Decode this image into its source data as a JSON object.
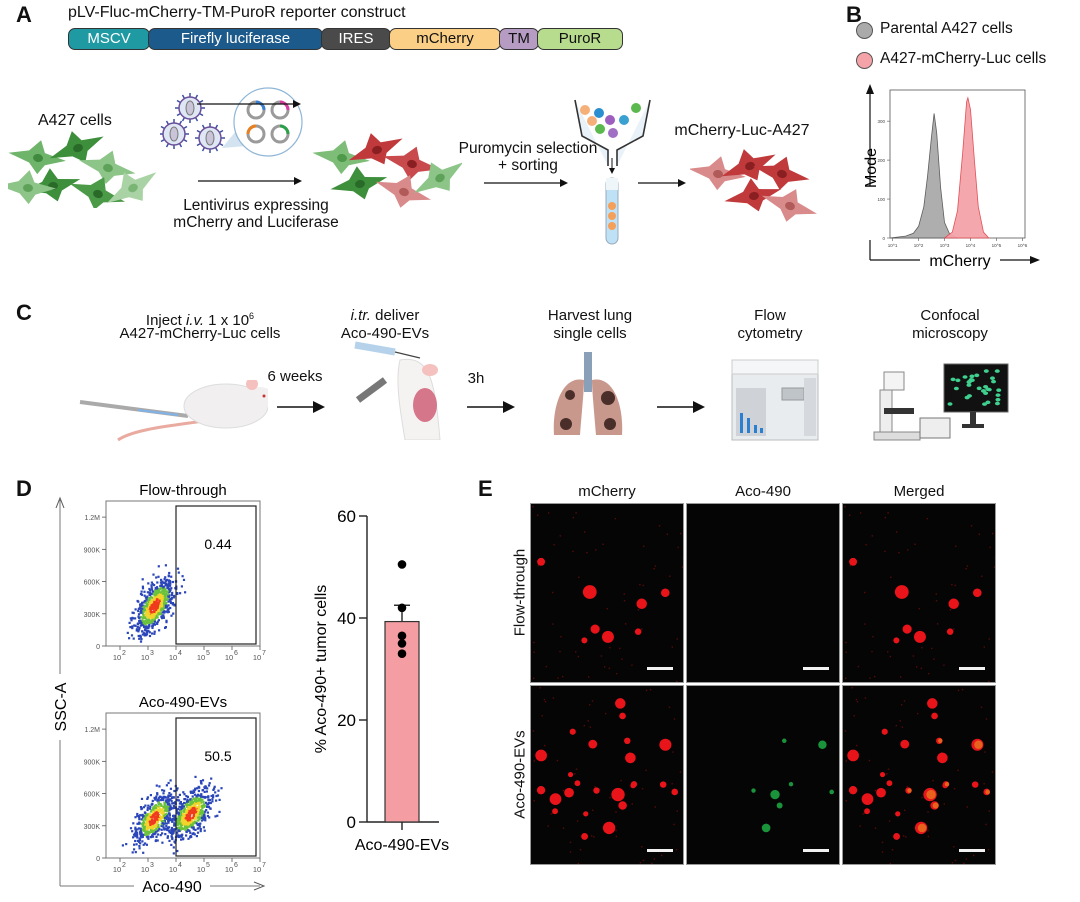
{
  "panels": {
    "A": {
      "letter": "A",
      "construct_title": "pLV-Fluc-mCherry-TM-PuroR reporter construct",
      "segments": [
        {
          "label": "MSCV",
          "color": "#1f9aa3",
          "text_color": "#ffffff"
        },
        {
          "label": "Firefly luciferase",
          "color": "#1c5a8c",
          "text_color": "#ffffff"
        },
        {
          "label": "IRES",
          "color": "#4a4a4a",
          "text_color": "#ffffff"
        },
        {
          "label": "mCherry",
          "color": "#fbcf86",
          "text_color": "#111111"
        },
        {
          "label": "TM",
          "color": "#b69cc2",
          "text_color": "#111111"
        },
        {
          "label": "PuroR",
          "color": "#b7dc8e",
          "text_color": "#111111"
        }
      ],
      "steps": {
        "start_cells": "A427 cells",
        "transduction_line1": "Lentivirus expressing",
        "transduction_line2": "mCherry and Luciferase",
        "selection_line1": "Puromycin selection",
        "selection_line2": "+ sorting",
        "result_cells": "mCherry-Luc-A427"
      }
    },
    "B": {
      "letter": "B",
      "legend": [
        {
          "label": "Parental A427 cells",
          "color": "#a9aaa9"
        },
        {
          "label": "A427-mCherry-Luc cells",
          "color": "#f4a3a8"
        }
      ]
    },
    "C": {
      "letter": "C",
      "steps": [
        {
          "line1_pre": "Inject ",
          "line1_ital": "i.v.",
          "line1_post": " 1 x 10",
          "sup": "6",
          "line2": "A427-mCherry-Luc cells"
        },
        {
          "line1_ital": "i.tr.",
          "line1_post": " deliver",
          "line2": "Aco-490-EVs"
        },
        {
          "line1": "Harvest lung",
          "line2": "single cells"
        },
        {
          "line1": "Flow",
          "line2": "cytometry"
        },
        {
          "line1": "Confocal",
          "line2": "microscopy"
        }
      ],
      "arrow_labels": [
        "6 weeks",
        "3h",
        ""
      ]
    },
    "D": {
      "letter": "D",
      "ylabel": "SSC-A",
      "xlabel": "Aco-490",
      "plots": [
        {
          "title": "Flow-through",
          "gate_value": "0.44"
        },
        {
          "title": "Aco-490-EVs",
          "gate_value": "50.5"
        }
      ],
      "y_ticks": [
        "0",
        "300K",
        "600K",
        "900K",
        "1.2M"
      ],
      "x_tick_exponents": [
        "2",
        "3",
        "4",
        "5",
        "6",
        "7"
      ],
      "x_tick_base": "10"
    },
    "E": {
      "letter": "E",
      "columns": [
        "mCherry",
        "Aco-490",
        "Merged"
      ],
      "rows": [
        "Flow-through",
        "Aco-490-EVs"
      ]
    }
  },
  "chart_data": [
    {
      "id": "B-histogram",
      "type": "area",
      "title": "",
      "xlabel": "mCherry",
      "ylabel": "Mode",
      "x_scale": "log10",
      "xlim_log10": [
        0.9,
        6.1
      ],
      "ylim": [
        0,
        380
      ],
      "x_tick_labels": [
        "10^1",
        "10^2",
        "10^3",
        "10^4",
        "10^5",
        "10^6"
      ],
      "y_tick_labels": [
        "0",
        "100",
        "200",
        "300"
      ],
      "series": [
        {
          "name": "Parental A427 cells",
          "color": "#a9aaa9",
          "stroke": "#555555",
          "x_log10": [
            0.9,
            1.5,
            1.8,
            2.0,
            2.2,
            2.35,
            2.5,
            2.6,
            2.7,
            2.85,
            3.0,
            3.2,
            3.5
          ],
          "y": [
            0,
            5,
            12,
            30,
            80,
            160,
            260,
            320,
            270,
            130,
            40,
            10,
            0
          ]
        },
        {
          "name": "A427-mCherry-Luc cells",
          "color": "#f4a3a8",
          "stroke": "#e0474f",
          "x_log10": [
            3.0,
            3.3,
            3.5,
            3.7,
            3.85,
            3.9,
            4.0,
            4.15,
            4.3,
            4.5,
            4.7
          ],
          "y": [
            0,
            15,
            70,
            220,
            350,
            360,
            330,
            200,
            80,
            15,
            0
          ]
        }
      ]
    },
    {
      "id": "D-bar",
      "type": "bar",
      "categories": [
        "Aco-490-EVs"
      ],
      "values": [
        39.3
      ],
      "error_sem": [
        3.2
      ],
      "points": [
        [
          50.5,
          42.0,
          36.5,
          35.0,
          33.0
        ]
      ],
      "xlabel": "",
      "ylabel": "% Aco-490+ tumor cells",
      "ylim": [
        0,
        60
      ],
      "y_ticks": [
        0,
        20,
        40,
        60
      ],
      "bar_color": "#f49ea3"
    },
    {
      "id": "D-flow-scatter",
      "type": "scatter",
      "xlabel": "Aco-490",
      "ylabel": "SSC-A",
      "x_scale": "log10",
      "xlim_log10": [
        1.5,
        7
      ],
      "ylim": [
        0,
        1350000
      ],
      "gate_x_min_log10": 4,
      "plots": [
        {
          "title": "Flow-through",
          "gate_percent": 0.44,
          "clusters": [
            {
              "cx_log10": 3.2,
              "cy": 380000,
              "sx": 0.35,
              "sy": 120000,
              "n": 700
            }
          ]
        },
        {
          "title": "Aco-490-EVs",
          "gate_percent": 50.5,
          "clusters": [
            {
              "cx_log10": 3.2,
              "cy": 380000,
              "sx": 0.35,
              "sy": 110000,
              "n": 550
            },
            {
              "cx_log10": 4.5,
              "cy": 420000,
              "sx": 0.38,
              "sy": 110000,
              "n": 600
            }
          ]
        }
      ]
    }
  ]
}
